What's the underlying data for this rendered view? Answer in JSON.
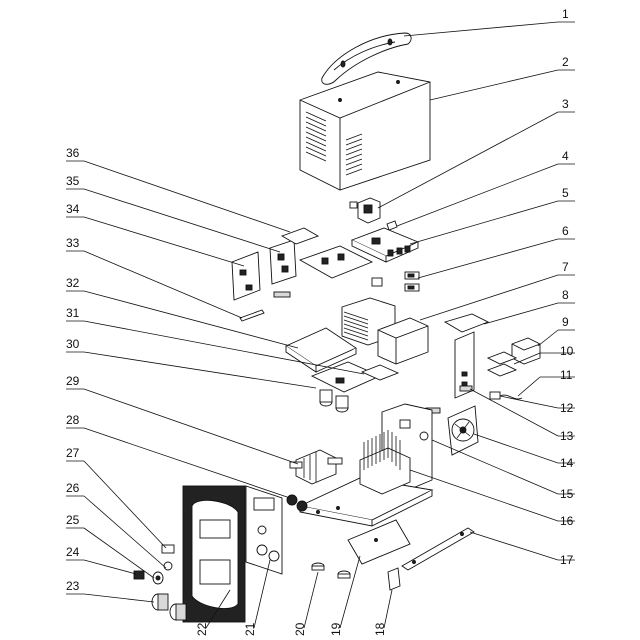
{
  "diagram": {
    "callouts_right": [
      "1",
      "2",
      "3",
      "4",
      "5",
      "6",
      "7",
      "8",
      "9",
      "10",
      "11",
      "12",
      "13",
      "14",
      "15",
      "16",
      "17"
    ],
    "callouts_left": [
      "36",
      "35",
      "34",
      "33",
      "32",
      "31",
      "30",
      "29",
      "28",
      "27",
      "26",
      "25",
      "24",
      "23"
    ],
    "callouts_bottom": [
      "22",
      "21",
      "20",
      "19",
      "18"
    ]
  }
}
